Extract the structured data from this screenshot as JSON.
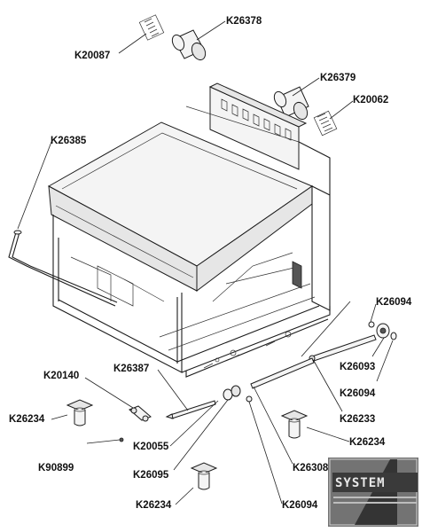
{
  "labels": {
    "k26378": "K26378",
    "k20087": "K20087",
    "k26379": "K26379",
    "k20062": "K20062",
    "k26385": "K26385",
    "k26094_a": "K26094",
    "k26093": "K26093",
    "k26094_b": "K26094",
    "k26233": "K26233",
    "k20140": "K20140",
    "k26387": "K26387",
    "k26234_a": "K26234",
    "k20055": "K20055",
    "k90899": "K90899",
    "k26095": "K26095",
    "k26234_b": "K26234",
    "k26308": "K26308",
    "k26094_c": "K26094",
    "k26234_c": "K26234"
  },
  "watermark": {
    "text": "SYSTEM",
    "accent_color": "#3a3a3a"
  }
}
